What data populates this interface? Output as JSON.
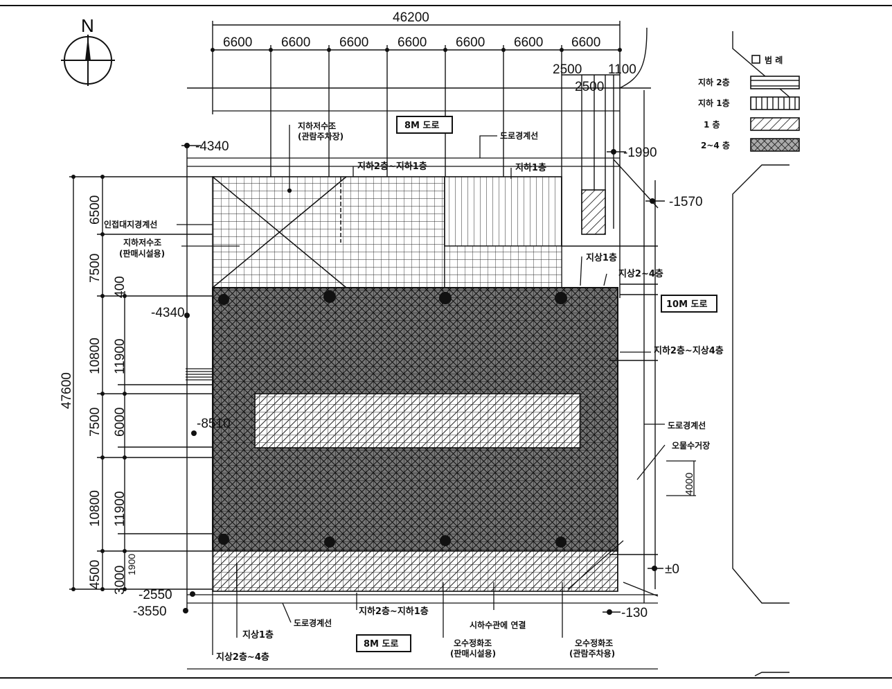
{
  "north": {
    "letter": "N"
  },
  "top_dims": {
    "total": "46200",
    "bays": [
      "6600",
      "6600",
      "6600",
      "6600",
      "6600",
      "6600",
      "6600"
    ],
    "right_a": "2500",
    "right_b": "1100",
    "right_c": "2500"
  },
  "left_dims": {
    "total": "47600",
    "outer": [
      "6500",
      "7500",
      "10800",
      "7500",
      "10800",
      "4500"
    ],
    "inner": [
      "400",
      "11900",
      "6000",
      "11900",
      "1900",
      "3000"
    ]
  },
  "levels": {
    "top_left": "-4340",
    "mid_left": "-4340",
    "left_mid": "-8510",
    "bot_left_a": "-2550",
    "bot_left_b": "-3550",
    "right_top": "-1990",
    "right_b": "-1570",
    "right_zero": "±0",
    "right_bot": "-130"
  },
  "roads": {
    "top": "8M 도로",
    "right": "10M 도로",
    "bottom": "8M 도로"
  },
  "labels": {
    "reservoir_top": "지하저수조",
    "reservoir_top_sub": "(관람주차장)",
    "road_boundary_top": "도로경계선",
    "b2_b1_top": "지하2층~지하1층",
    "b1_top": "지하1층",
    "adjacent_boundary": "인접대지경계선",
    "reservoir_left": "지하저수조",
    "reservoir_left_sub": "(판매시설용)",
    "f1_right": "지상1층",
    "f2_4_right": "지상2~4층",
    "b2_f4": "지하2층~지상4층",
    "road_boundary_right": "도로경계선",
    "sewer_tank": "오물수거장",
    "tank_dim": "4000",
    "road_boundary_bottom": "도로경계선",
    "b2_b1_bottom": "지하2층~지하1층",
    "sewer_connect": "시하수관에 연결",
    "f1_bottom": "지상1층",
    "f2_4_bottom": "지상2층~4층",
    "septic_a": "오수정화조",
    "septic_a_sub": "(판매시설용)",
    "septic_b": "오수정화조",
    "septic_b_sub": "(관람주차용)"
  },
  "legend": {
    "title": "범 례",
    "items": [
      "지하 2층",
      "지하 1층",
      "1 층",
      "2~4 층"
    ]
  }
}
